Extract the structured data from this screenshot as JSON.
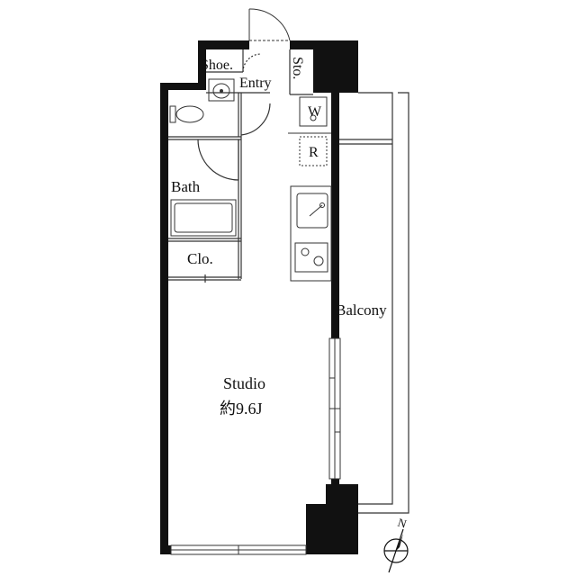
{
  "rooms": {
    "shoe": "Shoe.",
    "storage": "Sto.",
    "entry": "Entry",
    "washer": "W",
    "fridge": "R",
    "bath": "Bath",
    "closet": "Clo.",
    "balcony": "Balcony",
    "studio": "Studio",
    "studio_size": "約9.6J"
  },
  "compass": {
    "north_label": "N"
  },
  "colors": {
    "wall": "#111111",
    "line": "#333333",
    "background": "#ffffff"
  }
}
